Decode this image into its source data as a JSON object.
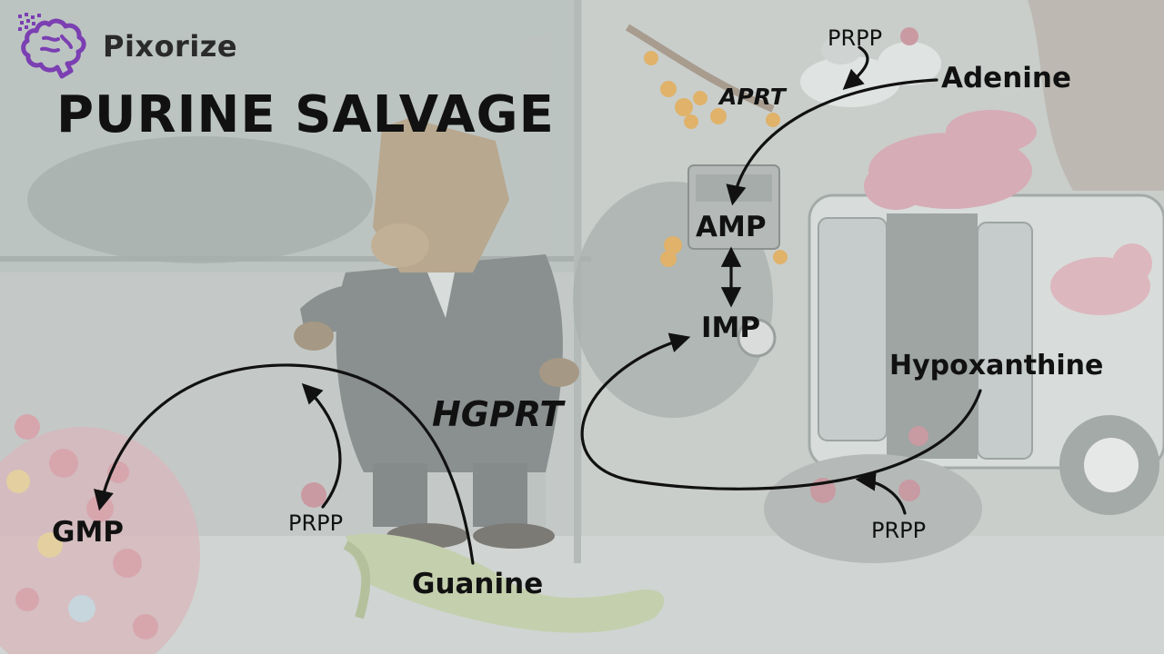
{
  "brand": {
    "name": "Pixorize",
    "logo_icon": "brain-logo-icon",
    "logo_color": "#7b3fb2"
  },
  "title": "PURINE SALVAGE",
  "molecules": {
    "adenine": "Adenine",
    "amp": "AMP",
    "imp": "IMP",
    "hypoxanthine": "Hypoxanthine",
    "gmp": "GMP",
    "guanine": "Guanine"
  },
  "enzymes": {
    "aprt": "APRT",
    "hgprt": "HGPRT"
  },
  "cofactors": {
    "prpp_top": "PRPP",
    "prpp_left": "PRPP",
    "prpp_right": "PRPP"
  },
  "colors": {
    "arrow": "#111111",
    "title": "#111111",
    "background": "#c9cfcc"
  }
}
